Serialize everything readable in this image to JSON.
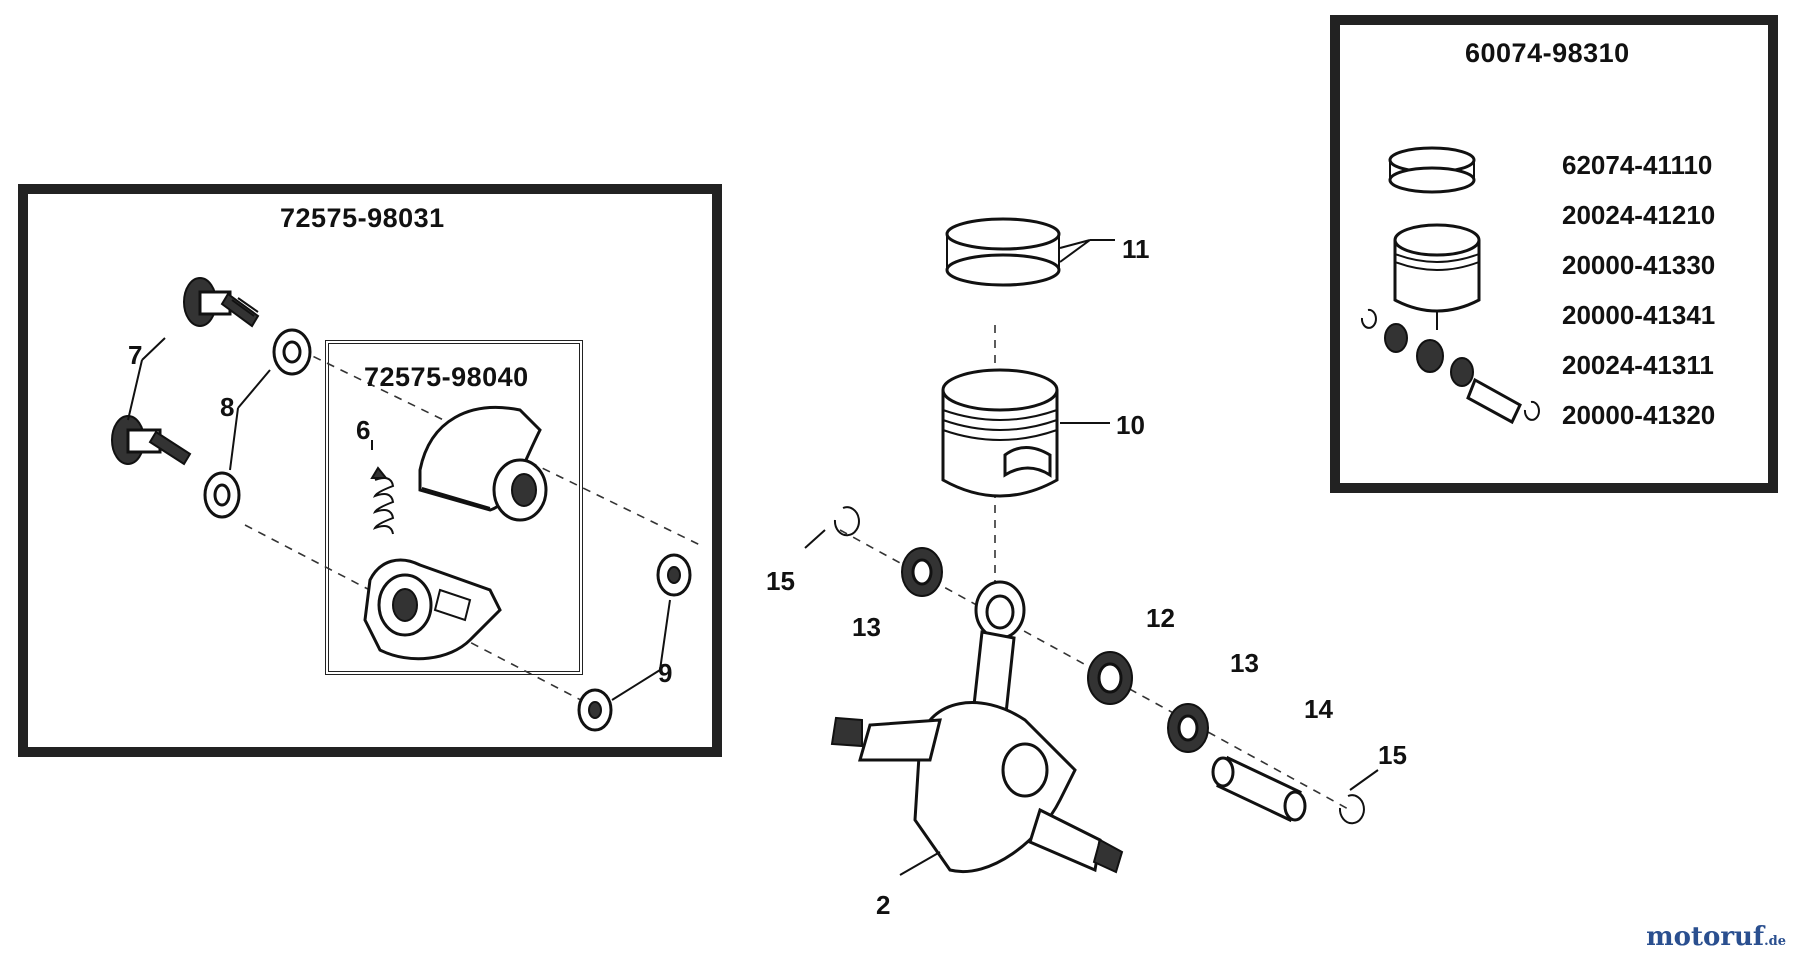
{
  "kits": {
    "clutch_kit": {
      "number": "72575-98031"
    },
    "clutch_shoe_kit": {
      "number": "72575-98040"
    },
    "piston_kit": {
      "number": "60074-98310",
      "parts": [
        "62074-41110",
        "20024-41210",
        "20000-41330",
        "20000-41341",
        "20024-41311",
        "20000-41320"
      ]
    }
  },
  "callouts": {
    "c2": "2",
    "c6": "6",
    "c7": "7",
    "c8": "8",
    "c9": "9",
    "c10": "10",
    "c11": "11",
    "c12": "12",
    "c13a": "13",
    "c13b": "13",
    "c14": "14",
    "c15a": "15",
    "c15b": "15"
  },
  "watermark": {
    "brand": "motoruf",
    "tld": ".de"
  }
}
